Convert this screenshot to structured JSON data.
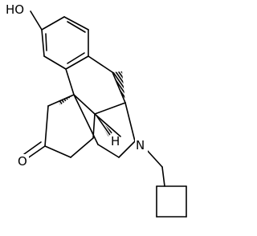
{
  "molecule": {
    "atoms": {
      "hydroxyl": "HO",
      "ketone_oxygen": "O",
      "amine_nitrogen": "N",
      "hydrogen": "H"
    },
    "colors": {
      "bond": "#000000",
      "background": "#ffffff"
    }
  }
}
